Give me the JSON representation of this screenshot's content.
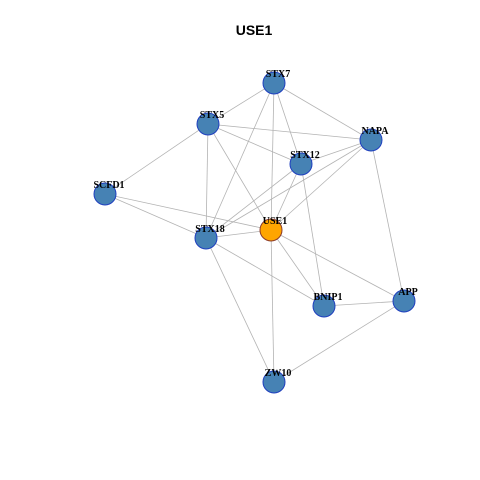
{
  "title": "USE1",
  "colors": {
    "default_node": "#4682b4",
    "default_stroke": "#1f3fbf",
    "highlight_node": "#ffa500",
    "highlight_stroke": "#8b3a2a",
    "edge": "#b3b3b3"
  },
  "nodes": [
    {
      "id": "STX7",
      "label": "STX7"
    },
    {
      "id": "STX5",
      "label": "STX5"
    },
    {
      "id": "NAPA",
      "label": "NAPA"
    },
    {
      "id": "STX12",
      "label": "STX12"
    },
    {
      "id": "SCFD1",
      "label": "SCFD1"
    },
    {
      "id": "USE1",
      "label": "USE1",
      "highlight": true
    },
    {
      "id": "STX18",
      "label": "STX18"
    },
    {
      "id": "APP",
      "label": "APP"
    },
    {
      "id": "BNIP1",
      "label": "BNIP1"
    },
    {
      "id": "ZW10",
      "label": "ZW10"
    }
  ],
  "edges": [
    [
      "STX7",
      "STX5"
    ],
    [
      "STX7",
      "NAPA"
    ],
    [
      "STX7",
      "STX12"
    ],
    [
      "STX7",
      "USE1"
    ],
    [
      "STX7",
      "STX18"
    ],
    [
      "STX5",
      "NAPA"
    ],
    [
      "STX5",
      "STX12"
    ],
    [
      "STX5",
      "SCFD1"
    ],
    [
      "STX5",
      "STX18"
    ],
    [
      "STX5",
      "USE1"
    ],
    [
      "NAPA",
      "STX12"
    ],
    [
      "NAPA",
      "APP"
    ],
    [
      "NAPA",
      "STX18"
    ],
    [
      "NAPA",
      "USE1"
    ],
    [
      "STX12",
      "STX18"
    ],
    [
      "STX12",
      "USE1"
    ],
    [
      "STX12",
      "BNIP1"
    ],
    [
      "SCFD1",
      "STX18"
    ],
    [
      "SCFD1",
      "USE1"
    ],
    [
      "STX18",
      "USE1"
    ],
    [
      "STX18",
      "BNIP1"
    ],
    [
      "STX18",
      "ZW10"
    ],
    [
      "USE1",
      "BNIP1"
    ],
    [
      "USE1",
      "APP"
    ],
    [
      "USE1",
      "ZW10"
    ],
    [
      "BNIP1",
      "APP"
    ],
    [
      "APP",
      "ZW10"
    ]
  ]
}
